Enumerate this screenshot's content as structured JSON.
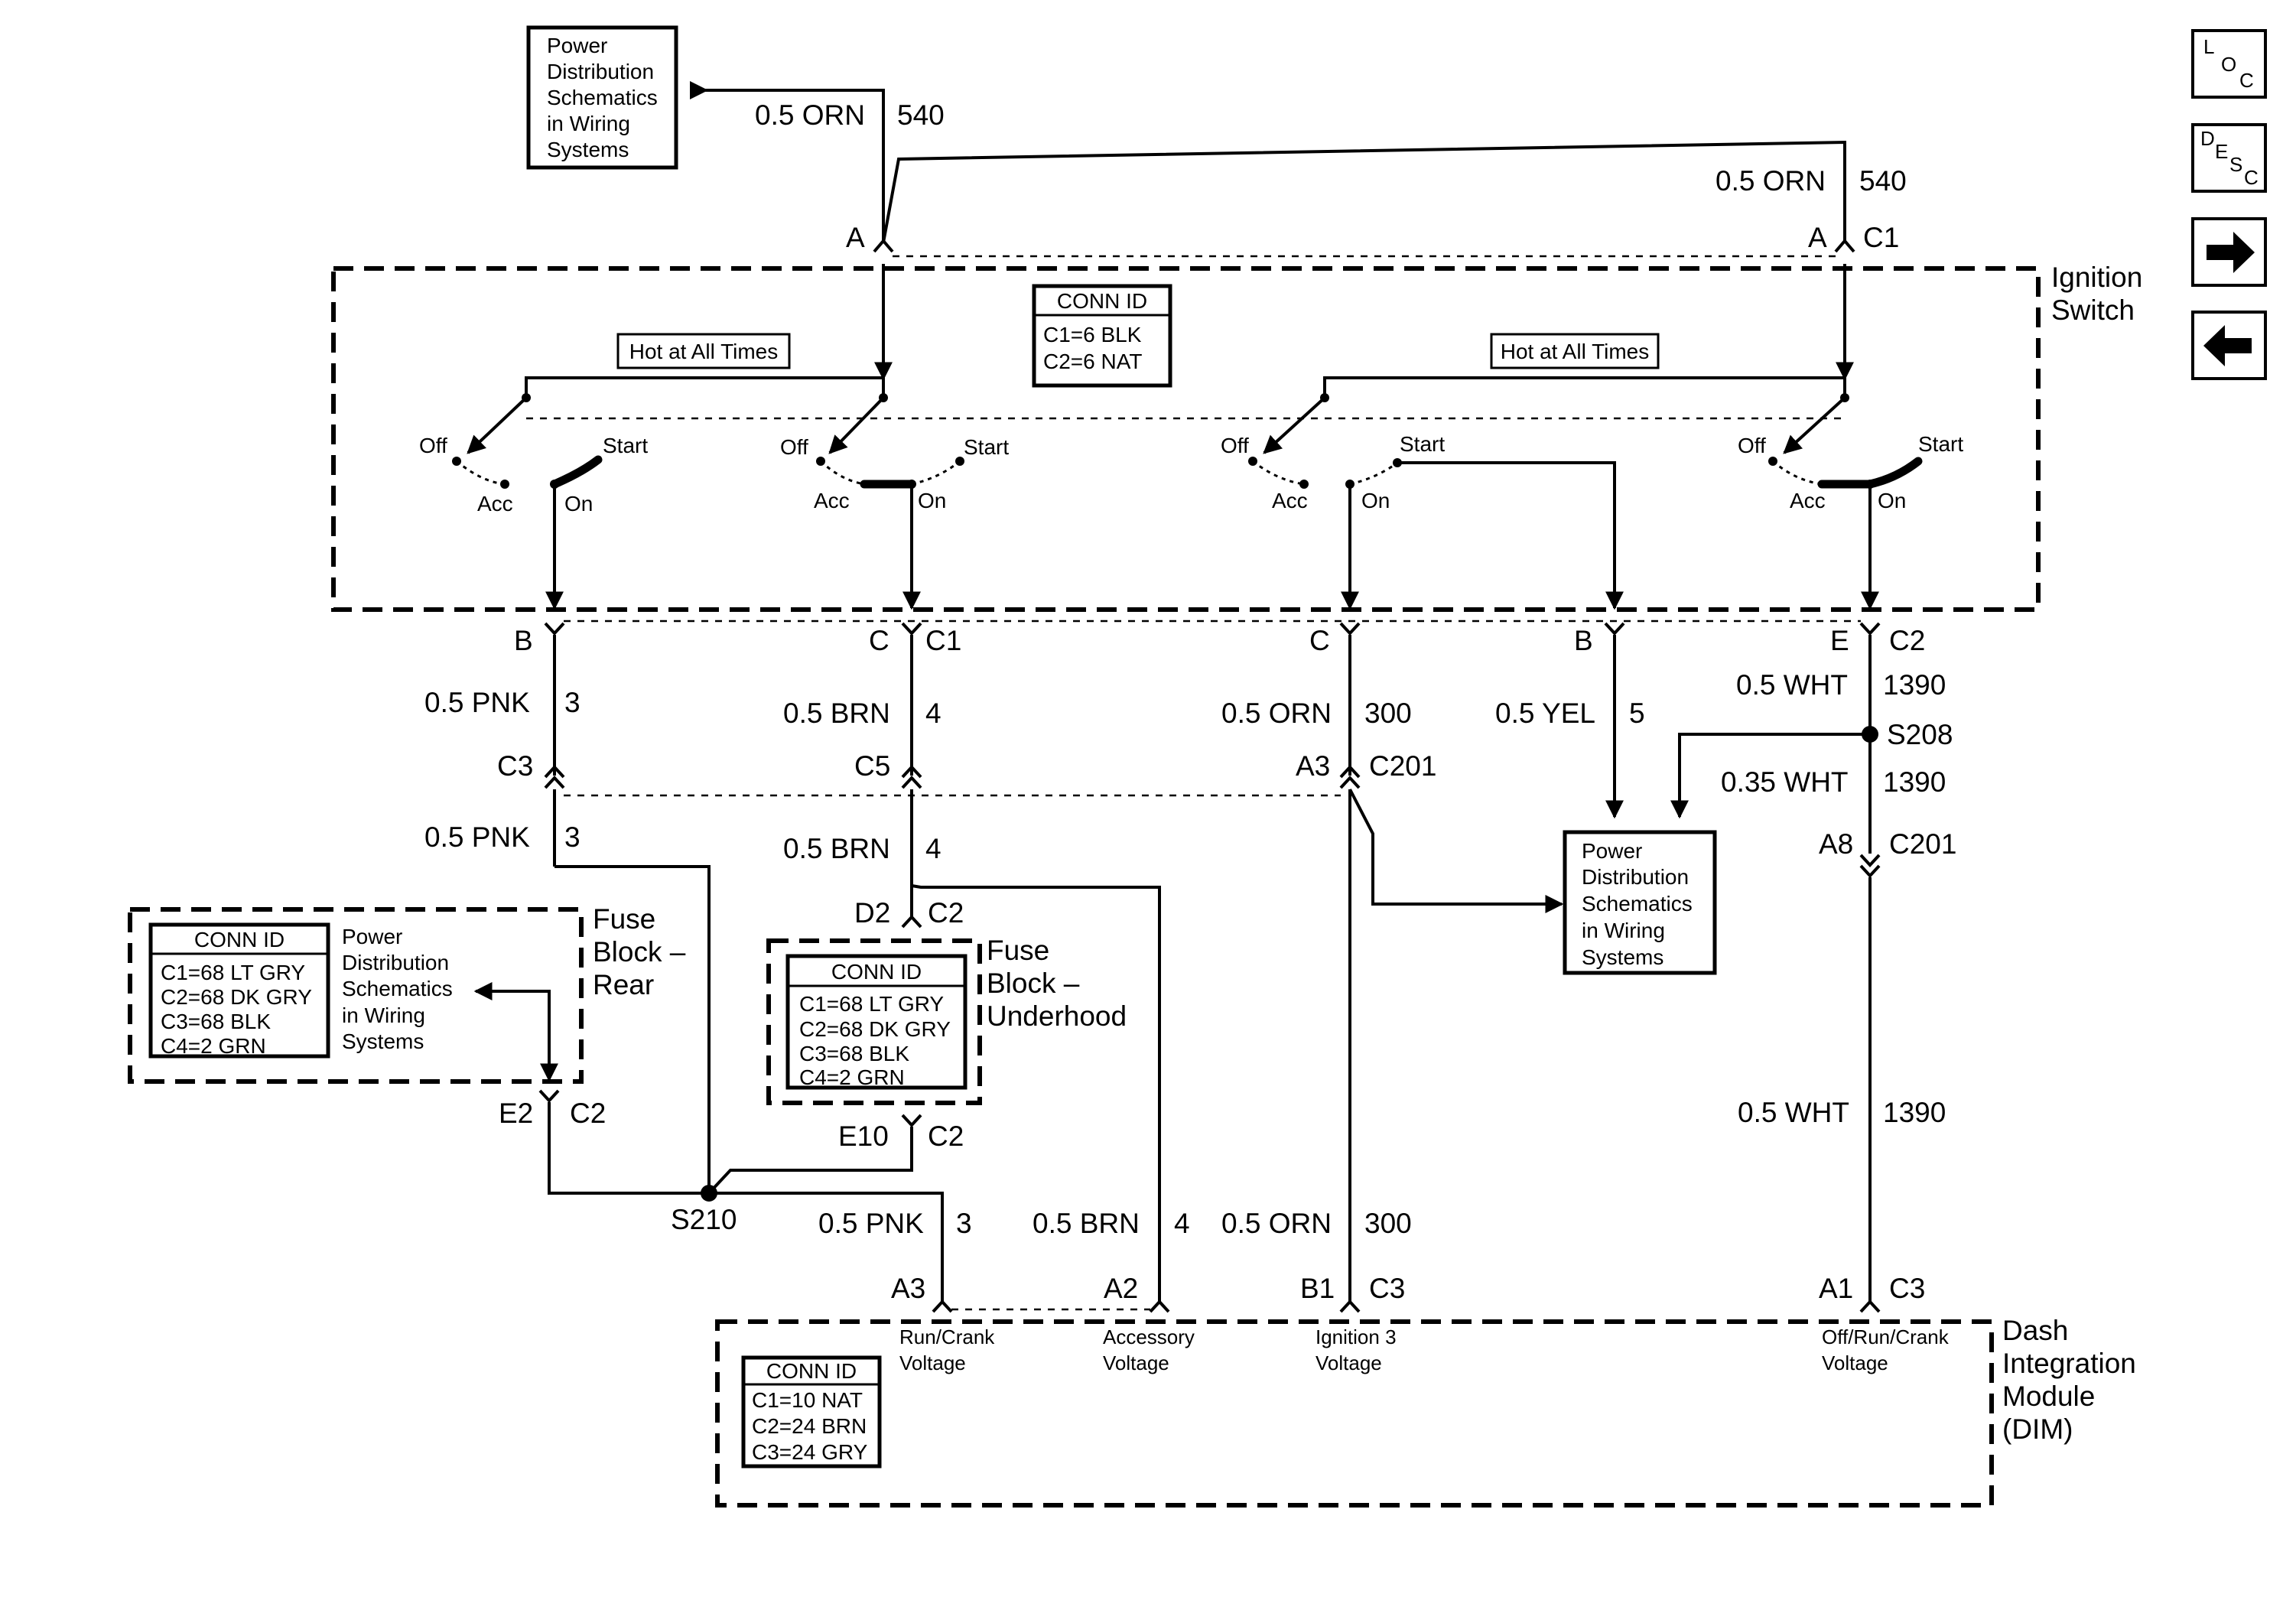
{
  "nav": {
    "loc": {
      "l": "L",
      "o": "O",
      "c": "C"
    },
    "desc": {
      "d": "D",
      "e": "E",
      "s": "S",
      "c": "C"
    },
    "next": "next-arrow",
    "prev": "prev-arrow"
  },
  "boxes": {
    "pd_top": [
      "Power",
      "Distribution",
      "Schematics",
      "in Wiring",
      "Systems"
    ],
    "pd_right": [
      "Power",
      "Distribution",
      "Schematics",
      "in Wiring",
      "Systems"
    ],
    "pd_fuse_rear": [
      "Power",
      "Distribution",
      "Schematics",
      "in Wiring",
      "Systems"
    ]
  },
  "ignition": {
    "title": [
      "Ignition",
      "Switch"
    ],
    "hot1": "Hot at All Times",
    "hot2": "Hot at All Times",
    "conn": {
      "title": "CONN ID",
      "lines": [
        "C1=6 BLK",
        "C2=6 NAT"
      ]
    },
    "sw1": {
      "off": "Off",
      "acc": "Acc",
      "on": "On",
      "start": "Start"
    },
    "sw2": {
      "off": "Off",
      "acc": "Acc",
      "on": "On",
      "start": "Start"
    },
    "sw3": {
      "off": "Off",
      "acc": "Acc",
      "on": "On",
      "start": "Start"
    },
    "sw4": {
      "off": "Off",
      "acc": "Acc",
      "on": "On",
      "start": "Start"
    }
  },
  "fuse_rear": {
    "title": [
      "Fuse",
      "Block –",
      "Rear"
    ],
    "conn": {
      "title": "CONN ID",
      "lines": [
        "C1=68 LT GRY",
        "C2=68 DK GRY",
        "C3=68 BLK",
        "C4=2 GRN"
      ]
    }
  },
  "fuse_under": {
    "title": [
      "Fuse",
      "Block –",
      "Underhood"
    ],
    "conn": {
      "title": "CONN ID",
      "lines": [
        "C1=68 LT GRY",
        "C2=68 DK GRY",
        "C3=68 BLK",
        "C4=2 GRN"
      ]
    }
  },
  "dim": {
    "title": [
      "Dash",
      "Integration",
      "Module",
      "(DIM)"
    ],
    "conn": {
      "title": "CONN ID",
      "lines": [
        "C1=10 NAT",
        "C2=24 BRN",
        "C3=24 GRY"
      ]
    },
    "inputs": [
      [
        "Run/Crank",
        "Voltage"
      ],
      [
        "Accessory",
        "Voltage"
      ],
      [
        "Ignition 3",
        "Voltage"
      ],
      [
        "Off/Run/Crank",
        "Voltage"
      ]
    ]
  },
  "wires": {
    "top_a": [
      "0.5 ORN",
      "540"
    ],
    "top_c1": [
      "0.5 ORN",
      "540"
    ],
    "pnk1": [
      "0.5 PNK",
      "3"
    ],
    "brn1": [
      "0.5 BRN",
      "4"
    ],
    "orn1": [
      "0.5 ORN",
      "300"
    ],
    "yel": [
      "0.5 YEL",
      "5"
    ],
    "wht1": [
      "0.5 WHT",
      "1390"
    ],
    "wht2": [
      "0.35 WHT",
      "1390"
    ],
    "pnk2": [
      "0.5 PNK",
      "3"
    ],
    "brn2": [
      "0.5 BRN",
      "4"
    ],
    "wht3": [
      "0.5 WHT",
      "1390"
    ],
    "pnk3": [
      "0.5 PNK",
      "3"
    ],
    "brn3": [
      "0.5 BRN",
      "4"
    ],
    "orn3": [
      "0.5 ORN",
      "300"
    ]
  },
  "connectors": {
    "a_top1": "A",
    "a_top2": "A",
    "c1_top": "C1",
    "b1": "B",
    "c_a": "C",
    "c1_mid": "C1",
    "c_b": "C",
    "b2": "B",
    "e": "E",
    "c2_mid": "C2",
    "c3": "C3",
    "c5": "C5",
    "a3": "A3",
    "c201a": "C201",
    "s208": "S208",
    "a8": "A8",
    "c201b": "C201",
    "d2": "D2",
    "c2_d2": "C2",
    "e2": "E2",
    "c2_e2": "C2",
    "e10": "E10",
    "c2_e10": "C2",
    "s210": "S210",
    "dim_a3": "A3",
    "dim_a2": "A2",
    "dim_b1": "B1",
    "dim_c3a": "C3",
    "dim_a1": "A1",
    "dim_c3b": "C3"
  }
}
